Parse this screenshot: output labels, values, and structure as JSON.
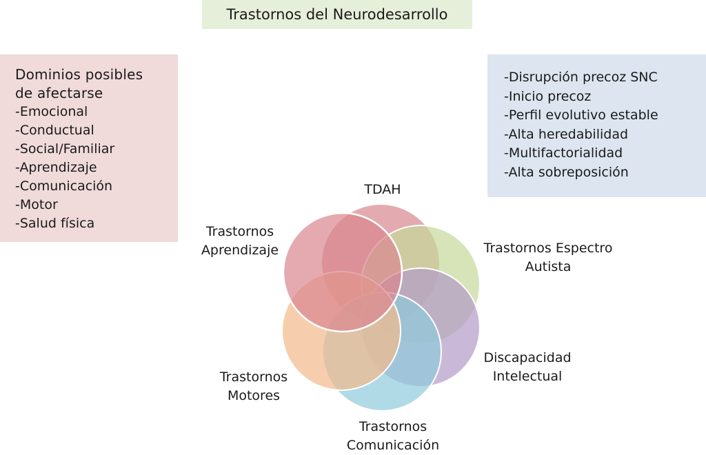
{
  "title": "Trastornos del Neurodesarrollo",
  "domains": {
    "heading": [
      "Dominios posibles",
      "de afectarse"
    ],
    "items": [
      "-Emocional",
      "-Conductual",
      "-Social/Familiar",
      "-Aprendizaje",
      "-Comunicación",
      "-Motor",
      "-Salud física"
    ]
  },
  "features": [
    "-Disrupción precoz SNC",
    "-Inicio precoz",
    "-Perfil evolutivo estable",
    "-Alta heredabilidad",
    "-Multifactorialidad",
    "-Alta sobreposición"
  ],
  "circles": [
    {
      "label": [
        "TDAH"
      ],
      "color": "#d98f95"
    },
    {
      "label": [
        "Trastornos Espectro",
        "Autista"
      ],
      "color": "#c4d89a"
    },
    {
      "label": [
        "Discapacidad",
        "Intelectual"
      ],
      "color": "#b39ac8"
    },
    {
      "label": [
        "Trastornos",
        "Comunicación"
      ],
      "color": "#8fcbdc"
    },
    {
      "label": [
        "Trastornos",
        "Motores"
      ],
      "color": "#f4b98a"
    },
    {
      "label": [
        "Trastornos",
        "Aprendizaje"
      ],
      "color": "#d9868e"
    }
  ]
}
